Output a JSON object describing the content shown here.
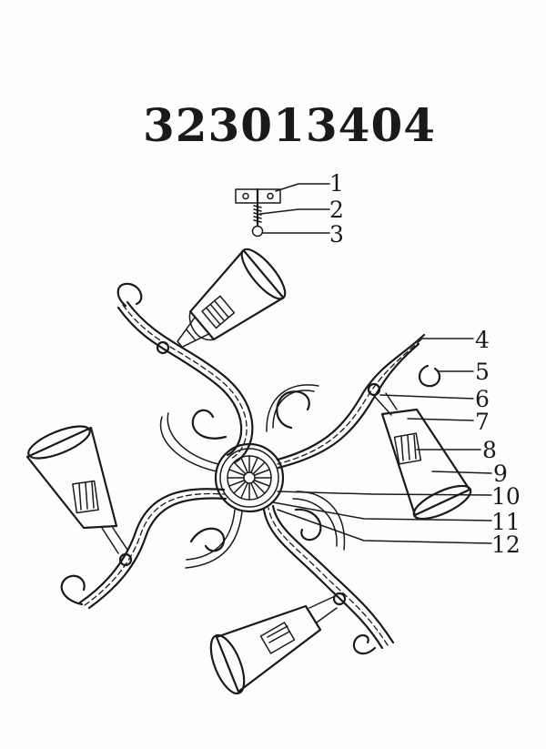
{
  "model_number": "323013404",
  "callouts": [
    "1",
    "2",
    "3",
    "4",
    "5",
    "6",
    "7",
    "8",
    "9",
    "10",
    "11",
    "12"
  ],
  "colors": {
    "ink": "#1a1a1a",
    "paper": "#fdfdfd"
  }
}
